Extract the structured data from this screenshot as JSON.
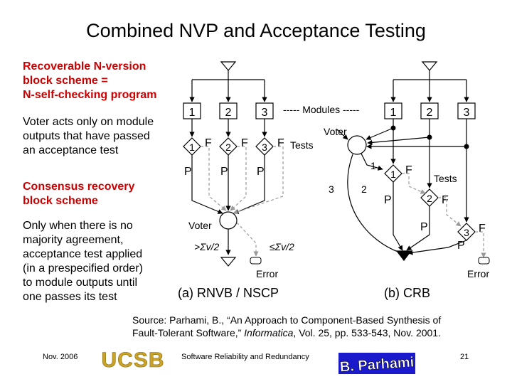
{
  "slide": {
    "title": "Combined NVP and Acceptance Testing",
    "definition_lines": [
      "Recoverable N-version",
      "block scheme =",
      "N-self-checking program"
    ],
    "voter_note_lines": [
      "Voter acts only on module",
      "outputs that have passed",
      "an acceptance test"
    ],
    "consensus_lines": [
      "Consensus recovery",
      "block scheme"
    ],
    "consensus_note_lines": [
      "Only when there is no",
      "majority agreement,",
      "acceptance test applied",
      "(in a prespecified order)",
      "to module outputs until",
      "one passes its test"
    ],
    "source_line1": "Source: Parhami, B., “An Approach to Component-Based Synthesis of",
    "source_line2_pre": "Fault-Tolerant Software,” ",
    "source_journal": "Informatica",
    "source_line2_post": ", Vol. 25, pp. 533-543, Nov. 2001."
  },
  "diagram": {
    "a": {
      "modules": [
        "1",
        "2",
        "3"
      ],
      "tests": [
        "1",
        "2",
        "3"
      ],
      "fail": "F",
      "pass": "P",
      "voter": "Voter",
      "cond_left": ">Σv/2",
      "cond_right": "≤Σv/2",
      "error": "Error",
      "caption": "(a) RNVB / NSCP"
    },
    "shared": {
      "modules_label": "----- Modules -----",
      "voter_label": "Voter",
      "tests_label": "Tests"
    },
    "b": {
      "modules": [
        "1",
        "2",
        "3"
      ],
      "tests": [
        "1",
        "2",
        "3"
      ],
      "fail": "F",
      "pass": "P",
      "path_labels": [
        "1",
        "2",
        "3"
      ],
      "tests_label": "Tests",
      "error": "Error",
      "caption": "(b) CRB"
    }
  },
  "footer": {
    "date": "Nov. 2006",
    "logo_text": "UCSB",
    "course": "Software Reliability and Redundancy",
    "signature": "B. Parhami",
    "page": "21"
  },
  "colors": {
    "accent": "#cc0000",
    "logo_gold": "#c9a227",
    "signature_blue": "#1a1acc",
    "dashed": "#9a9a9a"
  }
}
